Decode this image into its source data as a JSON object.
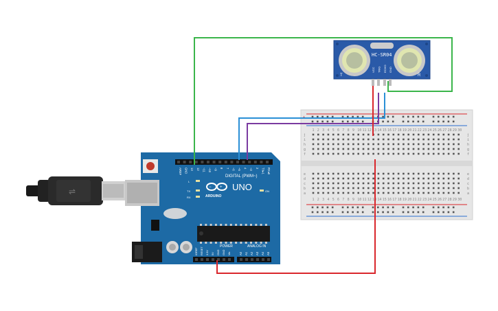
{
  "sensor": {
    "model": "HC-SR04",
    "pin_labels": [
      "VCC",
      "TRIG",
      "ECHO",
      "GND"
    ],
    "corner_left": "T",
    "corner_right": "R"
  },
  "arduino": {
    "brand": "ARDUINO",
    "model": "UNO",
    "digital_label": "DIGITAL (PWM~)",
    "power_label": "POWER",
    "analog_label": "ANALOG IN",
    "led_labels": [
      "L",
      "TX",
      "RX"
    ],
    "on_label": "ON",
    "top_header_labels": [
      "AREF",
      "GND",
      "13",
      "12",
      "~11",
      "~10",
      "~9",
      "8",
      "7",
      "~6",
      "~5",
      "4",
      "~3",
      "2",
      "TX▸1",
      "RX◂0"
    ],
    "power_pin_labels": [
      "IOREF",
      "RESET",
      "3.3V",
      "5V",
      "GND",
      "GND",
      "Vin"
    ],
    "analog_pin_labels": [
      "A0",
      "A1",
      "A2",
      "A3",
      "A4",
      "A5"
    ]
  },
  "breadboard": {
    "row_letters_top": [
      "j",
      "i",
      "h",
      "g",
      "f"
    ],
    "row_letters_bottom": [
      "e",
      "d",
      "c",
      "b",
      "a"
    ],
    "column_numbers": [
      "1",
      "2",
      "3",
      "4",
      "5",
      "6",
      "7",
      "8",
      "9",
      "10",
      "11",
      "12",
      "13",
      "14",
      "15",
      "16",
      "17",
      "18",
      "19",
      "20",
      "21",
      "22",
      "23",
      "24",
      "25",
      "26",
      "27",
      "28",
      "29",
      "30"
    ],
    "rail_plus": "+",
    "rail_minus": "-"
  },
  "colors": {
    "board_blue": "#1d6aa5",
    "board_dark": "#155a8f",
    "sensor_blue": "#2a5aa8",
    "wire_green": "#3ab54a",
    "wire_red": "#d9262b",
    "wire_blue": "#2a8fd6",
    "wire_purple": "#7a3aa0",
    "rail_red": "#d9262b",
    "rail_blue": "#2b6fd0"
  }
}
